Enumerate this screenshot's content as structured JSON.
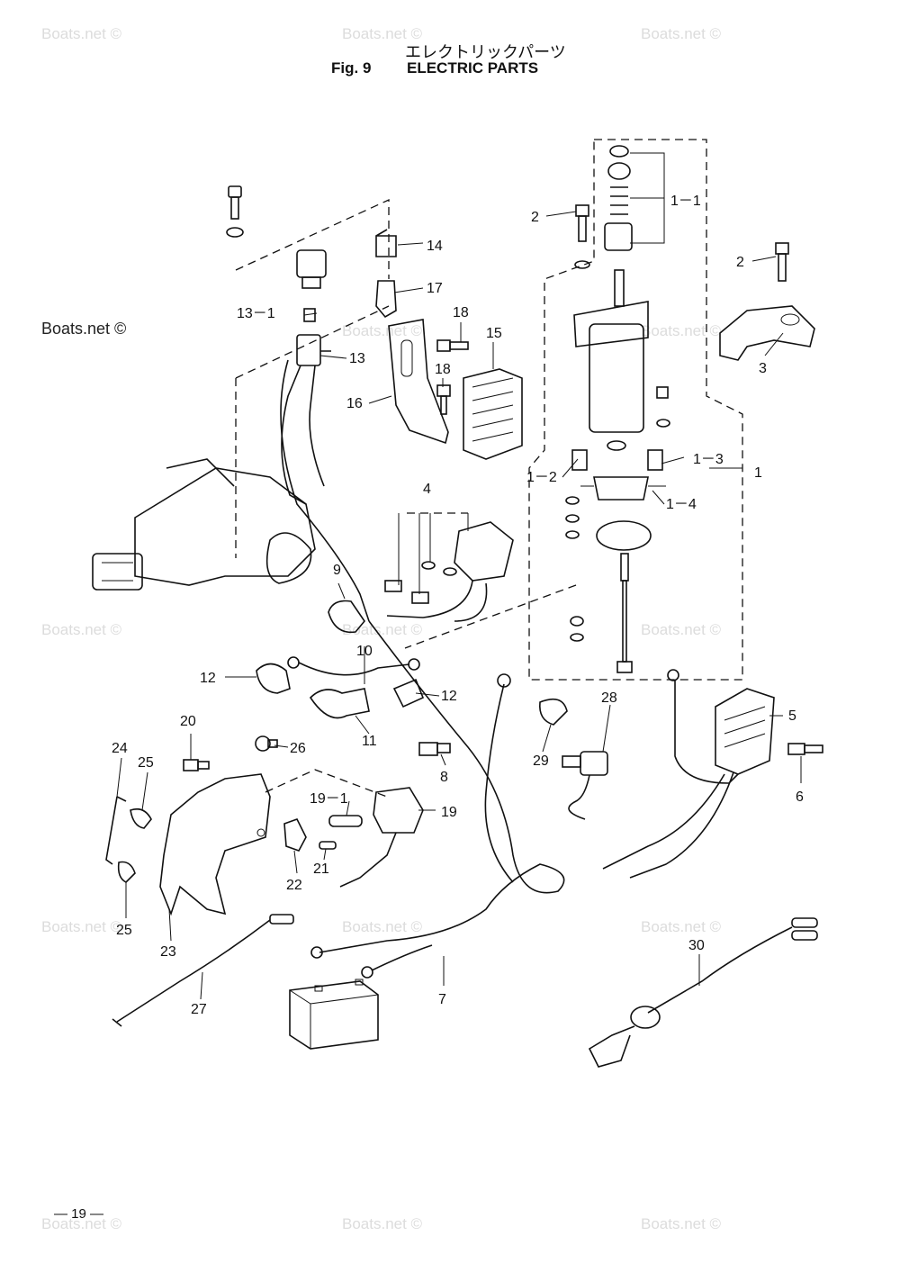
{
  "header": {
    "title_jp": "エレクトリックパーツ",
    "fig_label": "Fig. 9",
    "title_en": "ELECTRIC PARTS"
  },
  "watermark": "Boats.net ©",
  "page_number": "— 19 —",
  "callouts": {
    "c1": "1",
    "c1_1": "1－1",
    "c1_2": "1－2",
    "c1_3": "1－3",
    "c1_4": "1－4",
    "c2a": "2",
    "c2b": "2",
    "c3": "3",
    "c4": "4",
    "c5": "5",
    "c6": "6",
    "c7": "7",
    "c8": "8",
    "c9": "9",
    "c10": "10",
    "c11": "11",
    "c12a": "12",
    "c12b": "12",
    "c13": "13",
    "c13_1": "13－1",
    "c14": "14",
    "c15": "15",
    "c16": "16",
    "c17": "17",
    "c18a": "18",
    "c18b": "18",
    "c19": "19",
    "c19_1": "19－1",
    "c20": "20",
    "c21": "21",
    "c22": "22",
    "c23": "23",
    "c24": "24",
    "c25a": "25",
    "c25b": "25",
    "c26": "26",
    "c27": "27",
    "c28": "28",
    "c29": "29",
    "c30": "30"
  }
}
